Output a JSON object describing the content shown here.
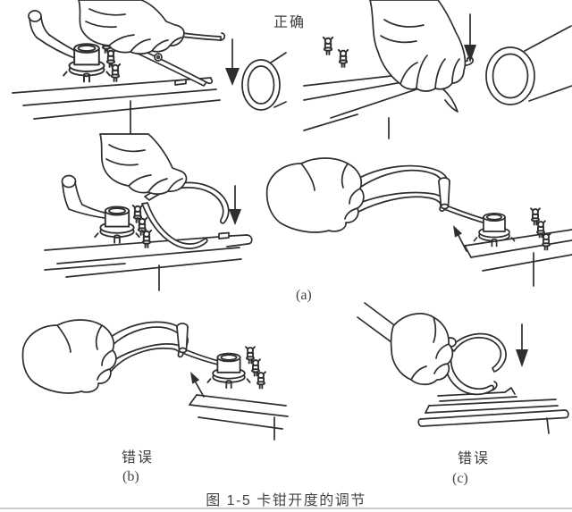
{
  "figure": {
    "labels": {
      "correct": "正确",
      "panel_a": "(a)",
      "wrong_b": "错误",
      "panel_b": "(b)",
      "wrong_c": "错误",
      "panel_c": "(c)"
    },
    "caption": "图 1-5  卡钳开度的调节"
  },
  "colors": {
    "line_art": "#2e2e2e",
    "label_text": "#3d3d3d",
    "divider": "#c9cdd0",
    "background": "#ffffff"
  }
}
